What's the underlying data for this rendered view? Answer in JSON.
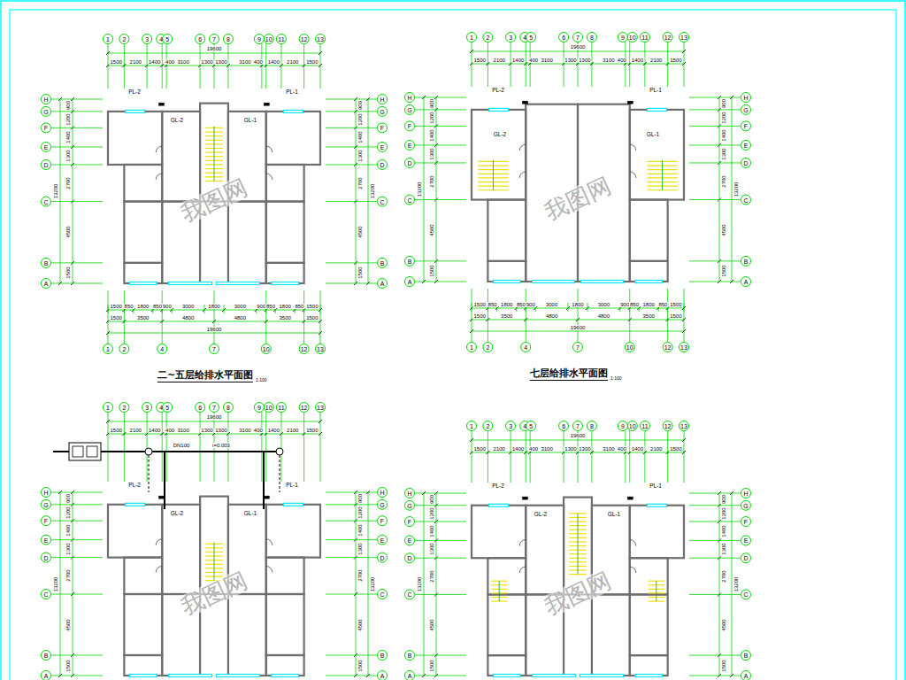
{
  "diagram": {
    "labels": [
      "1",
      "2",
      "3",
      "4",
      "5",
      "6",
      "7",
      "8",
      "9",
      "10",
      "11",
      "12",
      "13",
      "19600",
      "1500",
      "2100",
      "1400",
      "400",
      "3100",
      "1300",
      "1300",
      "3100",
      "400",
      "1400",
      "2100",
      "1500",
      "H",
      "G",
      "F",
      "E",
      "D",
      "C",
      "B",
      "A",
      "900",
      "1200",
      "1400",
      "1300",
      "2700",
      "4500",
      "1500",
      "13200",
      "H",
      "G",
      "F",
      "E",
      "D",
      "C",
      "B",
      "A",
      "900",
      "1200",
      "1400",
      "1300",
      "2700",
      "4500",
      "1500",
      "13200",
      "1500",
      "850",
      "1800",
      "850",
      "900",
      "3000",
      "1800",
      "3000",
      "900",
      "850",
      "1800",
      "850",
      "1500",
      "1500",
      "3500",
      "4800",
      "4800",
      "3500",
      "1500",
      "19600",
      "1",
      "2",
      "4",
      "7",
      "10",
      "12",
      "13",
      "二~五层给排水平面图",
      "1:100",
      "PL-2",
      "PL-1",
      "GL-2",
      "GL-1",
      "我图网",
      "1",
      "2",
      "3",
      "4",
      "5",
      "6",
      "7",
      "8",
      "9",
      "10",
      "11",
      "12",
      "13",
      "19600",
      "1500",
      "2100",
      "1400",
      "400",
      "3100",
      "1300",
      "1300",
      "3100",
      "400",
      "1400",
      "2100",
      "1500",
      "H",
      "G",
      "F",
      "E",
      "D",
      "C",
      "B",
      "A",
      "900",
      "1200",
      "1400",
      "1300",
      "2700",
      "4500",
      "1500",
      "13200",
      "H",
      "G",
      "F",
      "E",
      "D",
      "C",
      "B",
      "A",
      "900",
      "1200",
      "1400",
      "1300",
      "2700",
      "4500",
      "1500",
      "13200",
      "1500",
      "850",
      "1800",
      "850",
      "900",
      "3000",
      "1800",
      "3000",
      "900",
      "850",
      "1800",
      "850",
      "1500",
      "1500",
      "3500",
      "4800",
      "4800",
      "3500",
      "1500",
      "19600",
      "1",
      "2",
      "4",
      "7",
      "10",
      "12",
      "13",
      "七层给排水平面图",
      "1:100",
      "PL-2",
      "PL-1",
      "GL-2",
      "GL-1",
      "我图网",
      "1",
      "2",
      "3",
      "4",
      "5",
      "6",
      "7",
      "8",
      "9",
      "10",
      "11",
      "12",
      "13",
      "19600",
      "1500",
      "2100",
      "1400",
      "400",
      "3100",
      "1300",
      "1300",
      "3100",
      "400",
      "1400",
      "2100",
      "1500",
      "H",
      "G",
      "F",
      "E",
      "D",
      "C",
      "B",
      "A",
      "900",
      "1200",
      "1400",
      "1300",
      "2700",
      "4500",
      "1500",
      "13200",
      "H",
      "G",
      "F",
      "E",
      "D",
      "C",
      "B",
      "A",
      "900",
      "1200",
      "1400",
      "1300",
      "2700",
      "4500",
      "1500",
      "13200",
      "PL-2",
      "PL-1",
      "GL-2",
      "GL-1",
      "DN100",
      "i=0.003",
      "我图网",
      "1",
      "2",
      "3",
      "4",
      "5",
      "6",
      "7",
      "8",
      "9",
      "10",
      "11",
      "12",
      "13",
      "19600",
      "1500",
      "2100",
      "1400",
      "400",
      "3100",
      "1300",
      "1300",
      "3100",
      "400",
      "1400",
      "2100",
      "1500",
      "H",
      "G",
      "F",
      "E",
      "D",
      "C",
      "B",
      "A",
      "900",
      "1200",
      "1400",
      "1300",
      "2700",
      "4500",
      "1500",
      "13200",
      "H",
      "G",
      "F",
      "E",
      "D",
      "C",
      "B",
      "A",
      "900",
      "1200",
      "1400",
      "1300",
      "2700",
      "4500",
      "1500",
      "13200",
      "PL-2",
      "PL-1",
      "GL-2",
      "GL-1",
      "我图网"
    ]
  }
}
